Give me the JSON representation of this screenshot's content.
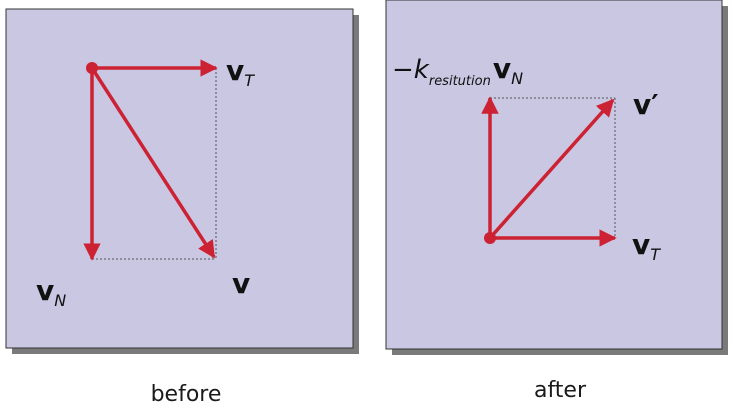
{
  "colors": {
    "panel_fill": "#cac7e2",
    "panel_border": "#333333",
    "panel_shadow": "#7a7a7a",
    "arrow": "#cc2233",
    "guide": "#555555",
    "label": "#111111"
  },
  "panels": {
    "before": {
      "caption": "before",
      "labels": {
        "vT_main": "v",
        "vT_sub": "T",
        "vN_main": "v",
        "vN_sub": "N",
        "v_main": "v"
      }
    },
    "after": {
      "caption": "after",
      "labels": {
        "restitution_prefix": "−k",
        "restitution_sub": "resitution",
        "restitution_v": "v",
        "restitution_v_sub": "N",
        "vprime_main": "v",
        "vprime_mark": "′",
        "vT_main": "v",
        "vT_sub": "T"
      }
    }
  }
}
